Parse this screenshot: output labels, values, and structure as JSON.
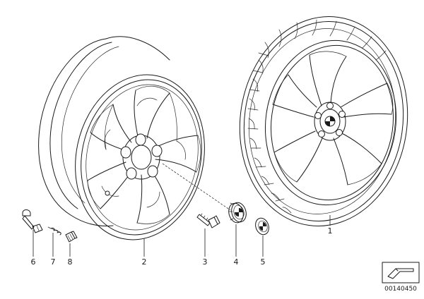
{
  "callouts": {
    "c1": "1",
    "c2": "2",
    "c3": "3",
    "c4": "4",
    "c5": "5",
    "c6": "6",
    "c7": "7",
    "c8": "8"
  },
  "drawing_number": "00140450",
  "parts": {
    "complete_wheel": "wheel-with-tyre",
    "rim": "light-alloy-rim",
    "bolt": "wheel-bolt",
    "hub_cap": "hub-cap",
    "emblem": "emblem",
    "valve": "valve",
    "valve_insert": "valve-insert",
    "valve_cap": "valve-cap"
  }
}
